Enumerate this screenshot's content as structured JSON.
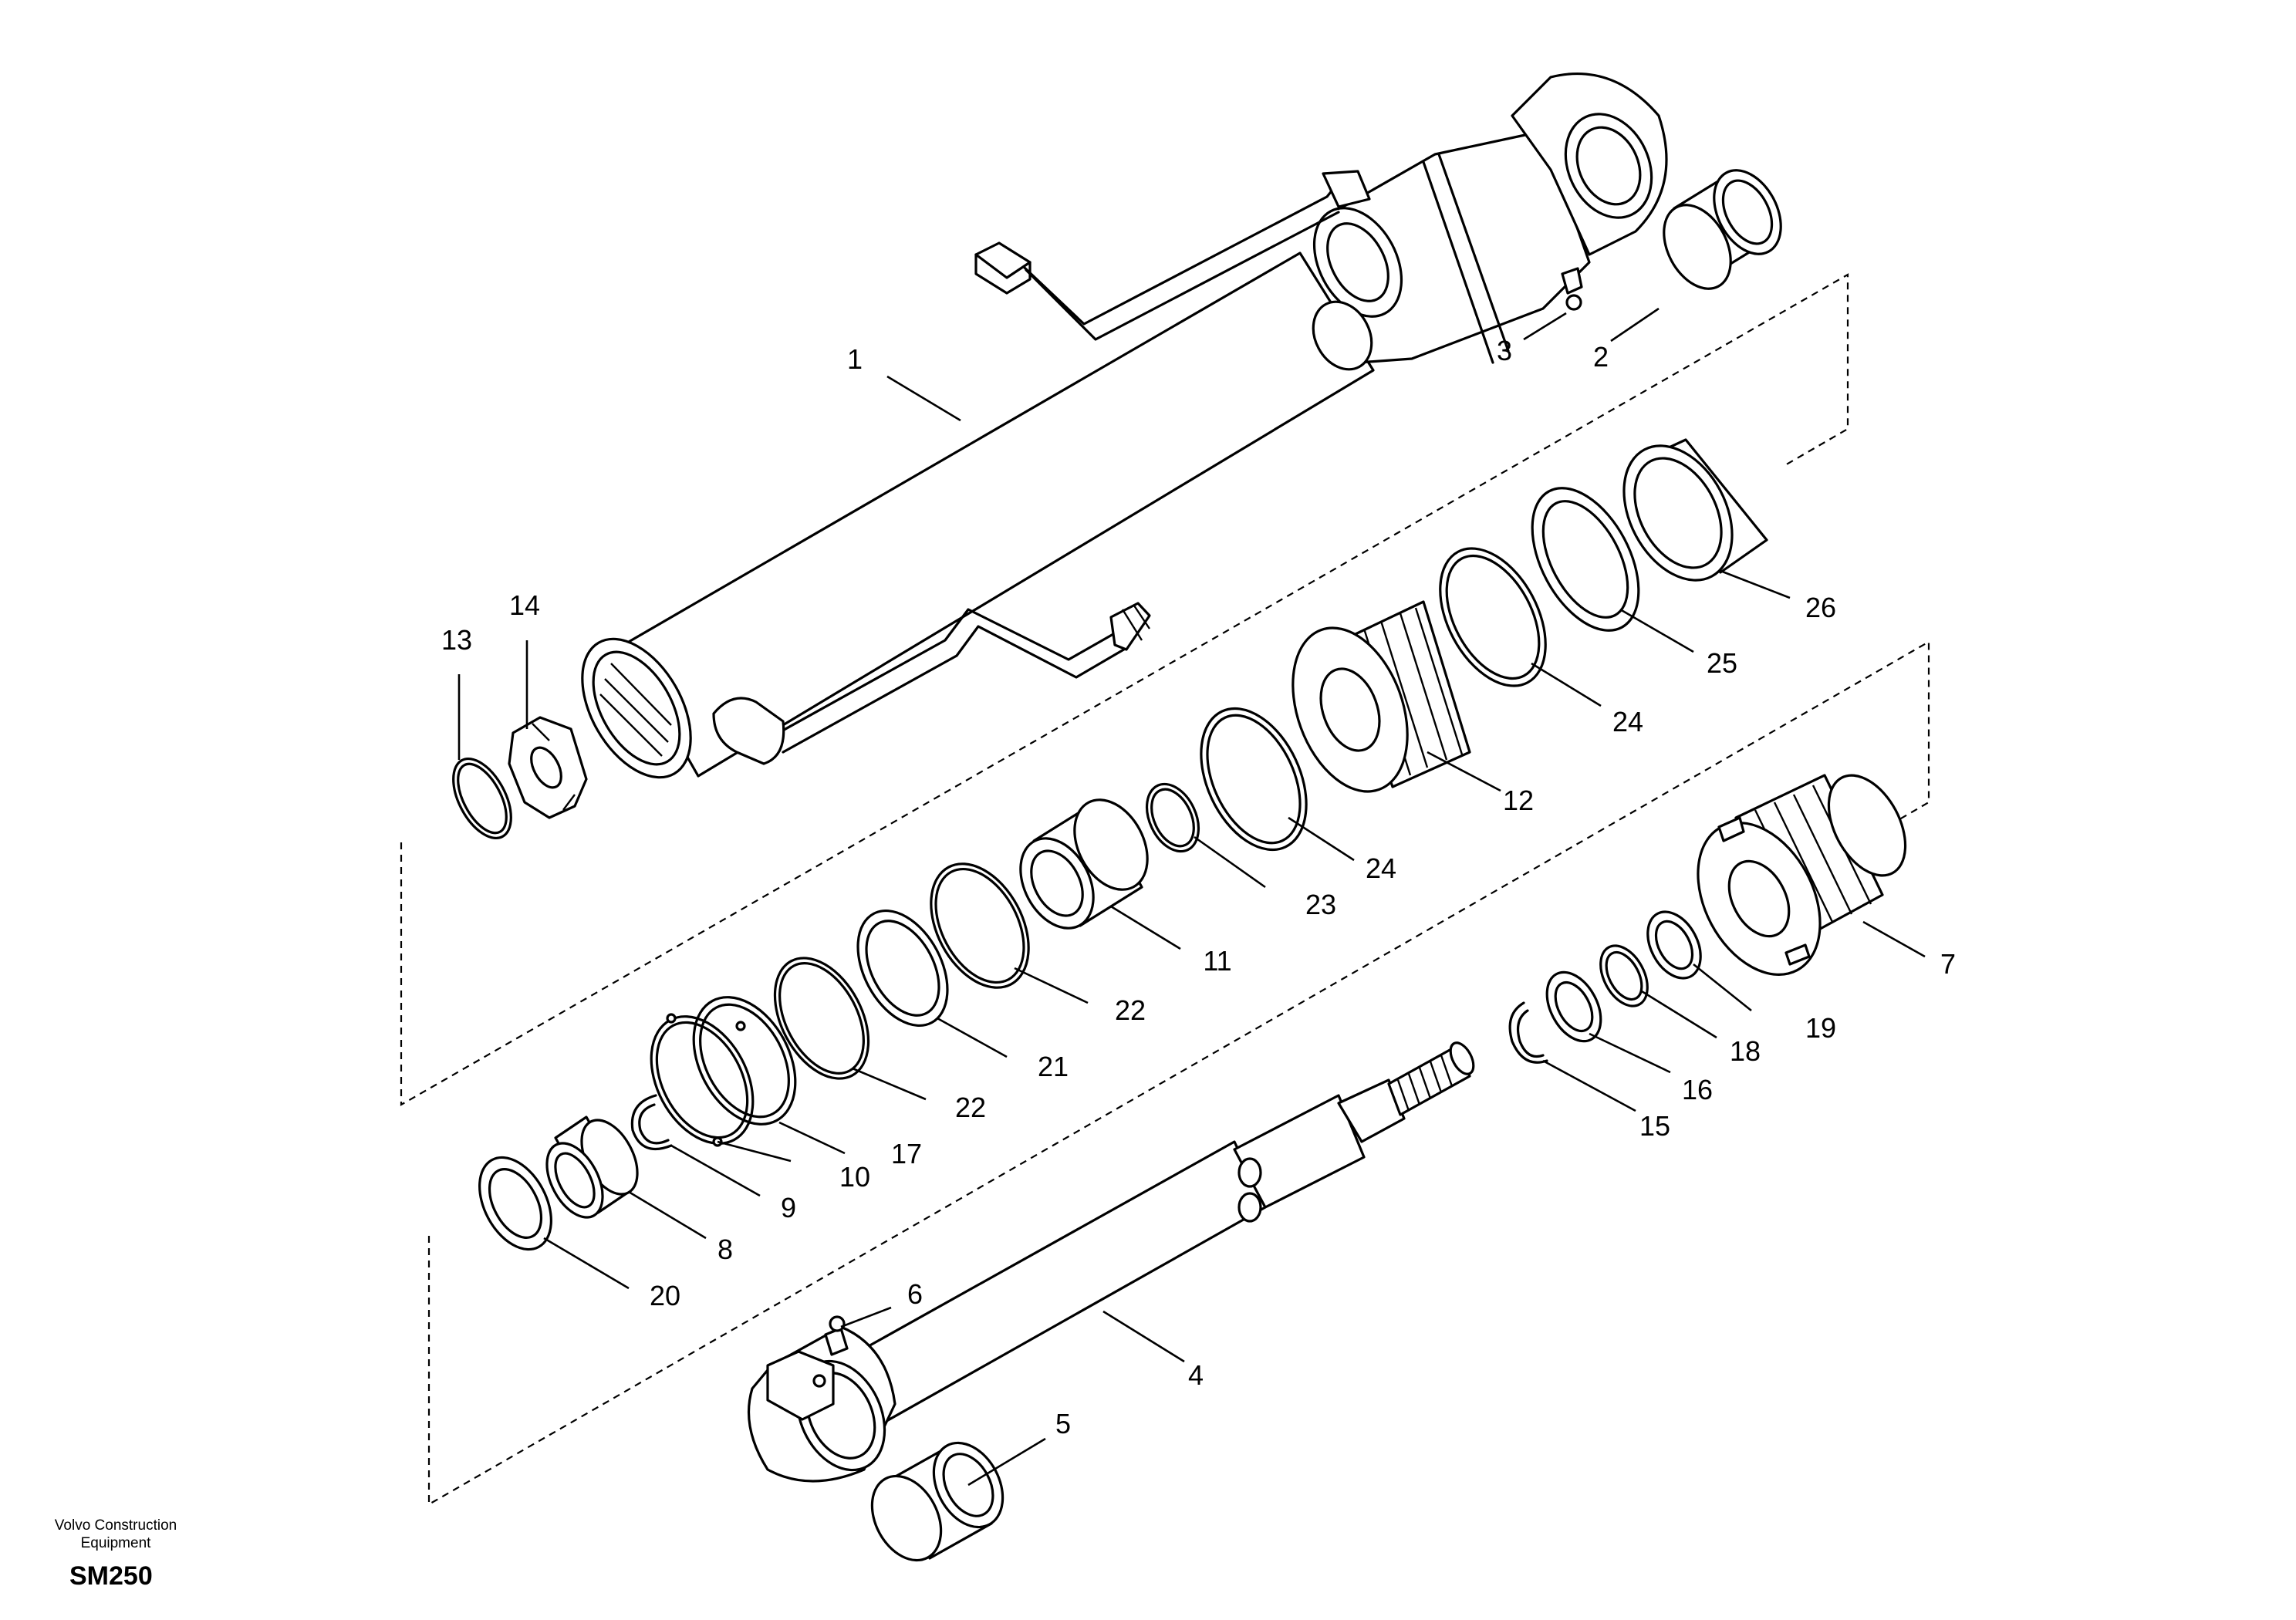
{
  "callouts": [
    {
      "key": "c1",
      "label": "1"
    },
    {
      "key": "c2",
      "label": "2"
    },
    {
      "key": "c3",
      "label": "3"
    },
    {
      "key": "c4",
      "label": "4"
    },
    {
      "key": "c5",
      "label": "5"
    },
    {
      "key": "c6",
      "label": "6"
    },
    {
      "key": "c7",
      "label": "7"
    },
    {
      "key": "c8",
      "label": "8"
    },
    {
      "key": "c9",
      "label": "9"
    },
    {
      "key": "c10",
      "label": "10"
    },
    {
      "key": "c11",
      "label": "11"
    },
    {
      "key": "c12",
      "label": "12"
    },
    {
      "key": "c13",
      "label": "13"
    },
    {
      "key": "c14",
      "label": "14"
    },
    {
      "key": "c15",
      "label": "15"
    },
    {
      "key": "c16",
      "label": "16"
    },
    {
      "key": "c17",
      "label": "17"
    },
    {
      "key": "c18",
      "label": "18"
    },
    {
      "key": "c19",
      "label": "19"
    },
    {
      "key": "c20",
      "label": "20"
    },
    {
      "key": "c21",
      "label": "21"
    },
    {
      "key": "c22a",
      "label": "22"
    },
    {
      "key": "c22b",
      "label": "22"
    },
    {
      "key": "c23",
      "label": "23"
    },
    {
      "key": "c24a",
      "label": "24"
    },
    {
      "key": "c24b",
      "label": "24"
    },
    {
      "key": "c25",
      "label": "25"
    },
    {
      "key": "c26",
      "label": "26"
    }
  ],
  "footer": {
    "manufacturer_line1": "Volvo Construction",
    "manufacturer_line2": "Equipment",
    "diagram_code": "SM250"
  }
}
